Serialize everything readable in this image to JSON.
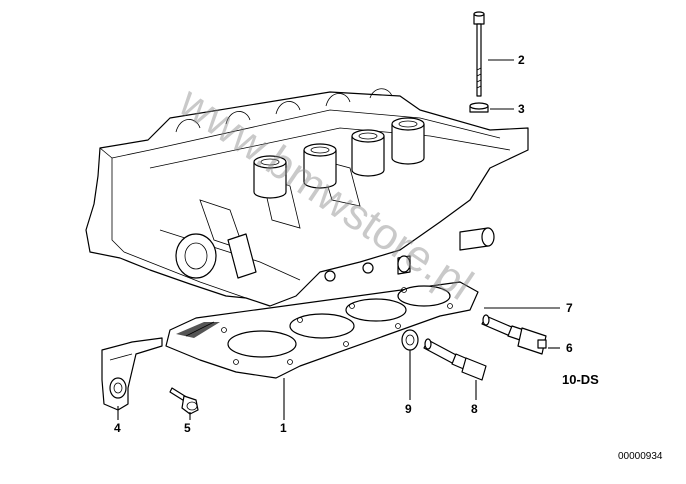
{
  "callouts": [
    {
      "id": "c1",
      "label": "1"
    },
    {
      "id": "c2",
      "label": "2"
    },
    {
      "id": "c3",
      "label": "3"
    },
    {
      "id": "c4",
      "label": "4"
    },
    {
      "id": "c5",
      "label": "5"
    },
    {
      "id": "c6",
      "label": "6"
    },
    {
      "id": "c7",
      "label": "7"
    },
    {
      "id": "c8",
      "label": "8"
    },
    {
      "id": "c9",
      "label": "9"
    }
  ],
  "engine_code": "10-DS",
  "diagram_ref": "00000934",
  "watermark": "www.bmwstore.pl",
  "colors": {
    "line": "#000000",
    "background": "#ffffff",
    "watermark": "#8a8a8a"
  }
}
